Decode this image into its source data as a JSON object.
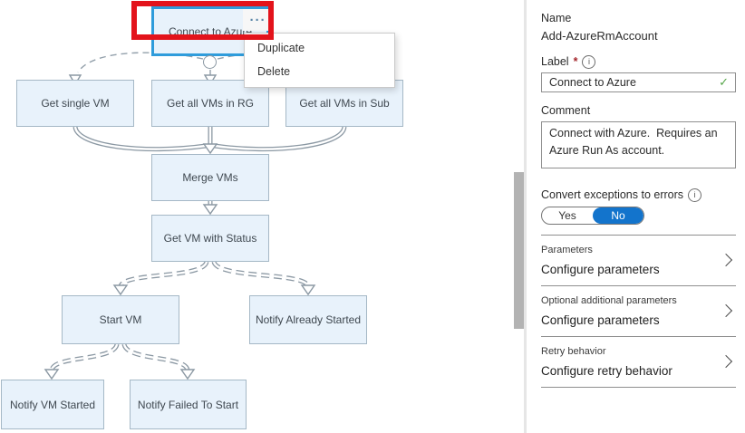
{
  "canvas": {
    "nodes": [
      {
        "label": "Connect to Azure",
        "selected": true
      },
      {
        "label": "Get single VM"
      },
      {
        "label": "Get all VMs in RG"
      },
      {
        "label": "Get all VMs in Sub"
      },
      {
        "label": "Merge VMs"
      },
      {
        "label": "Get VM with Status"
      },
      {
        "label": "Start VM"
      },
      {
        "label": "Notify Already Started"
      },
      {
        "label": "Notify VM Started"
      },
      {
        "label": "Notify Failed To Start"
      }
    ],
    "more_options_icon": "···",
    "context_menu": {
      "items": [
        {
          "label": "Duplicate"
        },
        {
          "label": "Delete"
        }
      ]
    },
    "colors": {
      "node_fill": "#e8f2fb",
      "node_border": "#a5b8c6",
      "selected_border": "#2f9cdb",
      "link": "#8b98a3",
      "annotation_red": "#e3131b"
    }
  },
  "panel": {
    "name": {
      "label": "Name",
      "value": "Add-AzureRmAccount"
    },
    "label_field": {
      "label": "Label",
      "required_mark": "*",
      "value": "Connect to Azure",
      "check_icon": "✓"
    },
    "comment_field": {
      "label": "Comment",
      "value": "Connect with Azure.  Requires an Azure Run As account."
    },
    "convert_exceptions": {
      "label": "Convert exceptions to errors",
      "yes": "Yes",
      "no": "No",
      "selected": "No",
      "accent": "#1374cc"
    },
    "info_icon": "i",
    "sections": [
      {
        "title": "Parameters",
        "action": "Configure parameters"
      },
      {
        "title": "Optional additional parameters",
        "action": "Configure parameters"
      },
      {
        "title": "Retry behavior",
        "action": "Configure retry behavior"
      }
    ]
  }
}
